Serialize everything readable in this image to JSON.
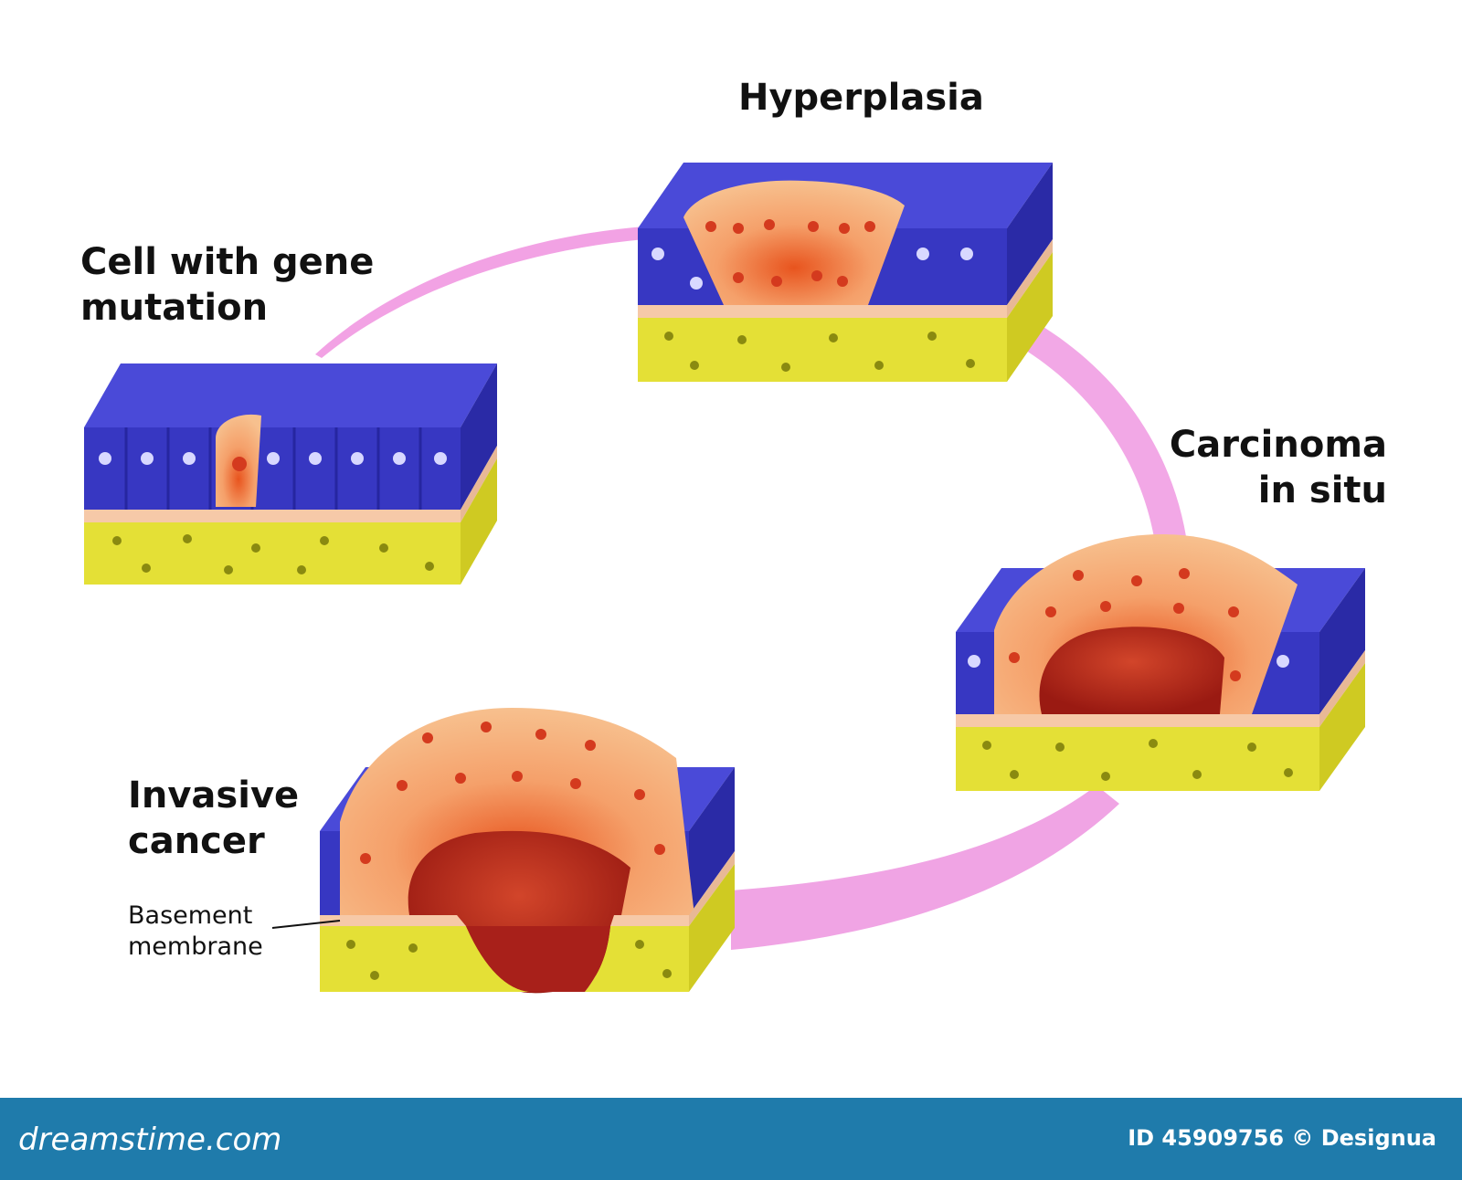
{
  "labels": {
    "cell_with_mutation": "Cell with gene\nmutation",
    "hyperplasia": "Hyperplasia",
    "carcinoma_in_situ": "Carcinoma\nin situ",
    "invasive_cancer": "Invasive\ncancer",
    "basement_membrane": "Basement\nmembrane"
  },
  "footer": {
    "brand": "dreamstime.com",
    "credit": "ID 45909756 © Designua"
  },
  "colors": {
    "normal_cell": "#3a3ac6",
    "normal_cell_top": "#5a5ae0",
    "nucleus_normal": "#c8c8ff",
    "membrane": "#f6c9a8",
    "stroma": "#e6e338",
    "stroma_dark": "#c9c21f",
    "abnormal_cell": "#f4a66e",
    "abnormal_nucleus": "#d43a1e",
    "cancer_cell": "#b0241a",
    "arrow": "#f2a6e6",
    "footer_bg": "#1f7bab"
  }
}
